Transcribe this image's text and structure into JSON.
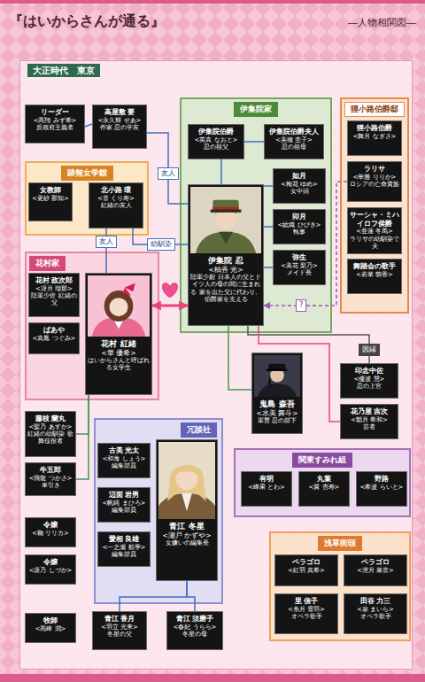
{
  "diagram": {
    "title": "『はいからさんが通る』",
    "nodes": [
      {
        "text": [
          "大正時代　東京"
        ]
      },
      {
        "text": [
          "リーダー",
          "<高翔 みず希>",
          "反政府主義者"
        ],
        "in": 0
      },
      {
        "text": [
          "高屋敷 要",
          "<永久輝 せあ>",
          "作家 忍の学友"
        ],
        "in": 0
      },
      {
        "text": [
          "伊集院家"
        ],
        "in": 0
      },
      {
        "text": [
          "伊集院伯爵",
          "<英真 なおと>",
          "忍の祖父"
        ],
        "in": 3
      },
      {
        "text": [
          "伊集院伯爵夫人",
          "<美穂 圭子>",
          "忍の祖母"
        ],
        "in": 3
      },
      {
        "text": [
          "伊集院 忍",
          "<柚香 光>",
          "陸軍少尉 日本人の父とドイツ人の母の間に生まれる 家を出た父に代わり、伯爵家を支える"
        ],
        "in": 3
      },
      {
        "text": [
          "如月",
          "<梅花 ゆめ>",
          "女中頭"
        ],
        "in": 3
      },
      {
        "text": [
          "卯月",
          "<紘織 ひびき>",
          "執事"
        ],
        "in": 3
      },
      {
        "text": [
          "弥生",
          "<美花 梨乃>",
          "メイド長"
        ],
        "in": 3
      },
      {
        "text": [
          "狸小路伯爵邸"
        ],
        "in": 0
      },
      {
        "text": [
          "狸小路伯爵",
          "<舞月 なぎさ>"
        ],
        "in": 10
      },
      {
        "text": [
          "ラリサ",
          "<華雅 りりか>",
          "ロシアの亡命貴族"
        ],
        "in": 10
      },
      {
        "text": [
          "サーシャ・ミハイロフ侯爵",
          "<亜蓮 冬馬>",
          "ラリサの幼馴染で夫"
        ],
        "in": 10
      },
      {
        "text": [
          "舞踏会の歌手",
          "<若草 萌香>"
        ],
        "in": 10
      },
      {
        "text": [
          "跡無女学館"
        ],
        "in": 0
      },
      {
        "text": [
          "女教師",
          "<更紗 那知>"
        ],
        "in": 15
      },
      {
        "text": [
          "北小路 環",
          "<音 くり寿>",
          "紅緒の友人"
        ],
        "in": 15
      },
      {
        "text": [
          "花村家"
        ],
        "in": 0
      },
      {
        "text": [
          "花村 政次郎",
          "<冴月 瑠那>",
          "陸軍少佐 紅緒の父"
        ],
        "in": 18
      },
      {
        "text": [
          "ばあや",
          "<真鳳 つぐみ>"
        ],
        "in": 18
      },
      {
        "text": [
          "花村 紅緒",
          "<華 優希>",
          "はいからさんと呼ばれる女学生"
        ],
        "in": 18
      },
      {
        "text": [
          "鬼島 森吾",
          "<水美 舞斗>",
          "軍曹 忍の部下"
        ],
        "in": 0
      },
      {
        "text": [
          "印念中佐",
          "<優波 慧>",
          "忍の上官"
        ],
        "in": 0
      },
      {
        "text": [
          "花乃屋 吉次",
          "<朝月 希和>",
          "芸者"
        ],
        "in": 0
      },
      {
        "text": [
          "藤枝 蘭丸",
          "<聖乃 あすか>",
          "紅緒の幼馴染 歌舞伎役者"
        ],
        "in": 0
      },
      {
        "text": [
          "牛五郎",
          "<飛龍 つかさ>",
          "車引き"
        ],
        "in": 0
      },
      {
        "text": [
          "冗談社"
        ],
        "in": 0
      },
      {
        "text": [
          "古美 光太",
          "<和海 しょう>",
          "編集部員"
        ],
        "in": 27
      },
      {
        "text": [
          "辺面 岩男",
          "<帆純 まひろ>",
          "編集部員"
        ],
        "in": 27
      },
      {
        "text": [
          "愛相 良雄",
          "<一之瀬 航季>",
          "編集部員"
        ],
        "in": 27
      },
      {
        "text": [
          "青江 冬星",
          "<瀬戸 かずや>",
          "女嫌いの編集長"
        ],
        "in": 27
      },
      {
        "text": [
          "関東すみれ組"
        ],
        "in": 0
      },
      {
        "text": [
          "有明",
          "<峰果 とわ>"
        ],
        "in": 32
      },
      {
        "text": [
          "丸葉",
          "<翼 杏寿>"
        ],
        "in": 32
      },
      {
        "text": [
          "野路",
          "<希波 らいと>"
        ],
        "in": 32
      },
      {
        "text": [
          "浅草街頭"
        ],
        "in": 0
      },
      {
        "text": [
          "ペラゴロ",
          "<紅羽 真希>"
        ],
        "in": 36
      },
      {
        "text": [
          "ペラゴロ",
          "<澄月 菜音>"
        ],
        "in": 36
      },
      {
        "text": [
          "里 信子",
          "<糸月 雪羽>",
          "オペラ歌手"
        ],
        "in": 36
      },
      {
        "text": [
          "田谷 力三",
          "<泉 まいら>",
          "オペラ歌手"
        ],
        "in": 36
      },
      {
        "text": [
          "令嬢",
          "<鞠 リリカ>"
        ],
        "in": 0
      },
      {
        "text": [
          "令嬢",
          "<凛乃 しづか>"
        ],
        "in": 0
      },
      {
        "text": [
          "牧師",
          "<高峰 潤>"
        ],
        "in": 0
      },
      {
        "text": [
          "青江 香月",
          "<羽立 光来>",
          "冬星の父"
        ],
        "in": 0
      },
      {
        "text": [
          "青江 須磨子",
          "<春妃 うらら>",
          "冬星の母"
        ],
        "in": 0
      }
    ],
    "edges": [
      {
        "from": 1,
        "to": 2,
        "arrow": "none"
      },
      {
        "from": 2,
        "to": 6,
        "label": "友人",
        "arrow": "none"
      },
      {
        "from": 17,
        "to": 6,
        "label": "幼馴染",
        "arrow": "none"
      },
      {
        "from": 17,
        "to": 21,
        "label": "友人",
        "arrow": "none"
      },
      {
        "from": 21,
        "to": 6,
        "arrow": "both"
      },
      {
        "from": 21,
        "to": 25,
        "arrow": "none"
      },
      {
        "from": 21,
        "to": 26,
        "arrow": "none"
      },
      {
        "from": 6,
        "to": 22,
        "arrow": "none"
      },
      {
        "from": 23,
        "to": 6,
        "label": "因縁",
        "arrow": "none"
      },
      {
        "from": 24,
        "to": 6,
        "arrow": "none"
      },
      {
        "from": 12,
        "to": 6,
        "label": "?",
        "arrow": "to"
      },
      {
        "from": 4,
        "to": 5,
        "arrow": "none"
      },
      {
        "from": 4,
        "to": 6,
        "arrow": "none"
      },
      {
        "from": 6,
        "to": 7,
        "arrow": "none"
      },
      {
        "from": 6,
        "to": 8,
        "arrow": "none"
      },
      {
        "from": 6,
        "to": 9,
        "arrow": "none"
      },
      {
        "from": 31,
        "to": 44,
        "arrow": "none"
      },
      {
        "from": 31,
        "to": 45,
        "arrow": "none"
      }
    ],
    "labels": [
      "―人物相関図―"
    ]
  }
}
